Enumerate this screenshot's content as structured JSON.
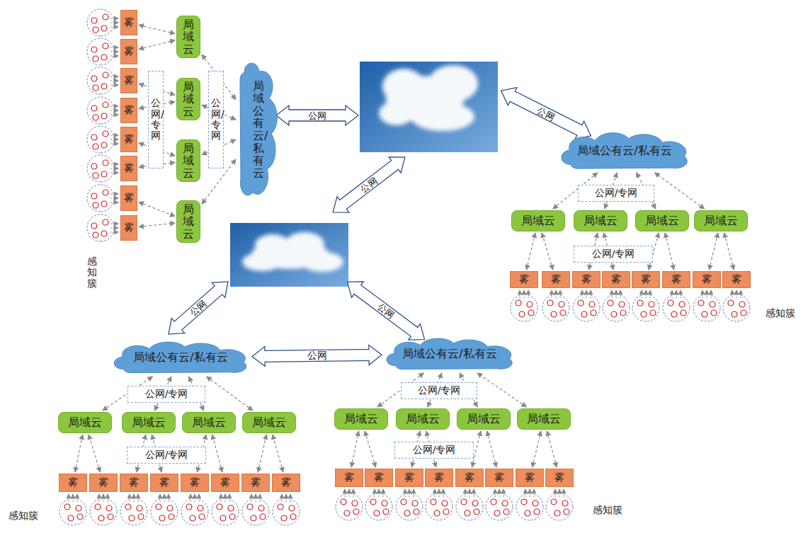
{
  "diagram": {
    "nodes": [
      {
        "text": [
          "局域公有云/私有云"
        ]
      },
      {
        "text": [
          "公网/专网"
        ]
      },
      {
        "text": [
          "局域云"
        ]
      },
      {
        "text": [
          "局域云"
        ]
      },
      {
        "text": [
          "局域云"
        ]
      },
      {
        "text": [
          "局域云"
        ]
      },
      {
        "text": [
          "公网/专网"
        ]
      },
      {
        "text": [
          "雾"
        ]
      },
      {
        "text": [
          "雾"
        ]
      },
      {
        "text": [
          "雾"
        ]
      },
      {
        "text": [
          "雾"
        ]
      },
      {
        "text": [
          "雾"
        ]
      },
      {
        "text": [
          "雾"
        ]
      },
      {
        "text": [
          "雾"
        ]
      },
      {
        "text": [
          "雾"
        ]
      },
      {
        "text": [
          "局域公有云/私有云"
        ]
      },
      {
        "text": [
          "公网/专网"
        ]
      },
      {
        "text": [
          "局域云"
        ]
      },
      {
        "text": [
          "局域云"
        ]
      },
      {
        "text": [
          "局域云"
        ]
      },
      {
        "text": [
          "局域云"
        ]
      },
      {
        "text": [
          "公网/专网"
        ]
      },
      {
        "text": [
          "雾"
        ]
      },
      {
        "text": [
          "雾"
        ]
      },
      {
        "text": [
          "雾"
        ]
      },
      {
        "text": [
          "雾"
        ]
      },
      {
        "text": [
          "雾"
        ]
      },
      {
        "text": [
          "雾"
        ]
      },
      {
        "text": [
          "雾"
        ]
      },
      {
        "text": [
          "雾"
        ]
      },
      {
        "text": [
          "局域公有云/私有云"
        ]
      },
      {
        "text": [
          "公网/专网"
        ]
      },
      {
        "text": [
          "局域云"
        ]
      },
      {
        "text": [
          "局域云"
        ]
      },
      {
        "text": [
          "局域云"
        ]
      },
      {
        "text": [
          "局域云"
        ]
      },
      {
        "text": [
          "公网/专网"
        ]
      },
      {
        "text": [
          "雾"
        ]
      },
      {
        "text": [
          "雾"
        ]
      },
      {
        "text": [
          "雾"
        ]
      },
      {
        "text": [
          "雾"
        ]
      },
      {
        "text": [
          "雾"
        ]
      },
      {
        "text": [
          "雾"
        ]
      },
      {
        "text": [
          "雾"
        ]
      },
      {
        "text": [
          "雾"
        ]
      },
      {
        "text": [
          "局域公有云/私有云"
        ]
      },
      {
        "text": [
          "公网/专网"
        ]
      },
      {
        "text": [
          "局域云"
        ]
      },
      {
        "text": [
          "局域云"
        ]
      },
      {
        "text": [
          "局域云"
        ]
      },
      {
        "text": [
          "局域云"
        ]
      },
      {
        "text": [
          "公网/专网"
        ]
      },
      {
        "text": [
          "雾"
        ]
      },
      {
        "text": [
          "雾"
        ]
      },
      {
        "text": [
          "雾"
        ]
      },
      {
        "text": [
          "雾"
        ]
      },
      {
        "text": [
          "雾"
        ]
      },
      {
        "text": [
          "雾"
        ]
      },
      {
        "text": [
          "雾"
        ]
      },
      {
        "text": [
          "雾"
        ]
      }
    ],
    "edges": [
      {
        "from": 2,
        "to": 0,
        "arrow": "both"
      },
      {
        "from": 3,
        "to": 0,
        "arrow": "both"
      },
      {
        "from": 4,
        "to": 0,
        "arrow": "both"
      },
      {
        "from": 5,
        "to": 0,
        "arrow": "both"
      },
      {
        "from": 7,
        "to": 2,
        "arrow": "both"
      },
      {
        "from": 8,
        "to": 2,
        "arrow": "both"
      },
      {
        "from": 9,
        "to": 3,
        "arrow": "both"
      },
      {
        "from": 10,
        "to": 3,
        "arrow": "both"
      },
      {
        "from": 11,
        "to": 4,
        "arrow": "both"
      },
      {
        "from": 12,
        "to": 4,
        "arrow": "both"
      },
      {
        "from": 13,
        "to": 5,
        "arrow": "both"
      },
      {
        "from": 14,
        "to": 5,
        "arrow": "both"
      },
      {
        "from": 17,
        "to": 15,
        "arrow": "both"
      },
      {
        "from": 18,
        "to": 15,
        "arrow": "both"
      },
      {
        "from": 19,
        "to": 15,
        "arrow": "both"
      },
      {
        "from": 20,
        "to": 15,
        "arrow": "both"
      },
      {
        "from": 22,
        "to": 17,
        "arrow": "both"
      },
      {
        "from": 23,
        "to": 17,
        "arrow": "both"
      },
      {
        "from": 24,
        "to": 18,
        "arrow": "both"
      },
      {
        "from": 25,
        "to": 18,
        "arrow": "both"
      },
      {
        "from": 26,
        "to": 19,
        "arrow": "both"
      },
      {
        "from": 27,
        "to": 19,
        "arrow": "both"
      },
      {
        "from": 28,
        "to": 20,
        "arrow": "both"
      },
      {
        "from": 29,
        "to": 20,
        "arrow": "both"
      },
      {
        "from": 32,
        "to": 30,
        "arrow": "both"
      },
      {
        "from": 33,
        "to": 30,
        "arrow": "both"
      },
      {
        "from": 34,
        "to": 30,
        "arrow": "both"
      },
      {
        "from": 35,
        "to": 30,
        "arrow": "both"
      },
      {
        "from": 37,
        "to": 32,
        "arrow": "both"
      },
      {
        "from": 38,
        "to": 32,
        "arrow": "both"
      },
      {
        "from": 39,
        "to": 33,
        "arrow": "both"
      },
      {
        "from": 40,
        "to": 33,
        "arrow": "both"
      },
      {
        "from": 41,
        "to": 34,
        "arrow": "both"
      },
      {
        "from": 42,
        "to": 34,
        "arrow": "both"
      },
      {
        "from": 43,
        "to": 35,
        "arrow": "both"
      },
      {
        "from": 44,
        "to": 35,
        "arrow": "both"
      },
      {
        "from": 47,
        "to": 45,
        "arrow": "both"
      },
      {
        "from": 48,
        "to": 45,
        "arrow": "both"
      },
      {
        "from": 49,
        "to": 45,
        "arrow": "both"
      },
      {
        "from": 50,
        "to": 45,
        "arrow": "both"
      },
      {
        "from": 52,
        "to": 47,
        "arrow": "both"
      },
      {
        "from": 53,
        "to": 47,
        "arrow": "both"
      },
      {
        "from": 54,
        "to": 48,
        "arrow": "both"
      },
      {
        "from": 55,
        "to": 48,
        "arrow": "both"
      },
      {
        "from": 56,
        "to": 49,
        "arrow": "both"
      },
      {
        "from": 57,
        "to": 49,
        "arrow": "both"
      },
      {
        "from": 58,
        "to": 50,
        "arrow": "both"
      },
      {
        "from": 59,
        "to": 50,
        "arrow": "both"
      },
      {
        "from": 30,
        "to": 45,
        "label": "公网",
        "arrow": "both"
      }
    ],
    "labels": [
      "公网",
      "公网",
      "公网",
      "公网",
      "公网",
      "感知簇",
      "感知簇",
      "感知簇",
      "感知簇"
    ]
  }
}
